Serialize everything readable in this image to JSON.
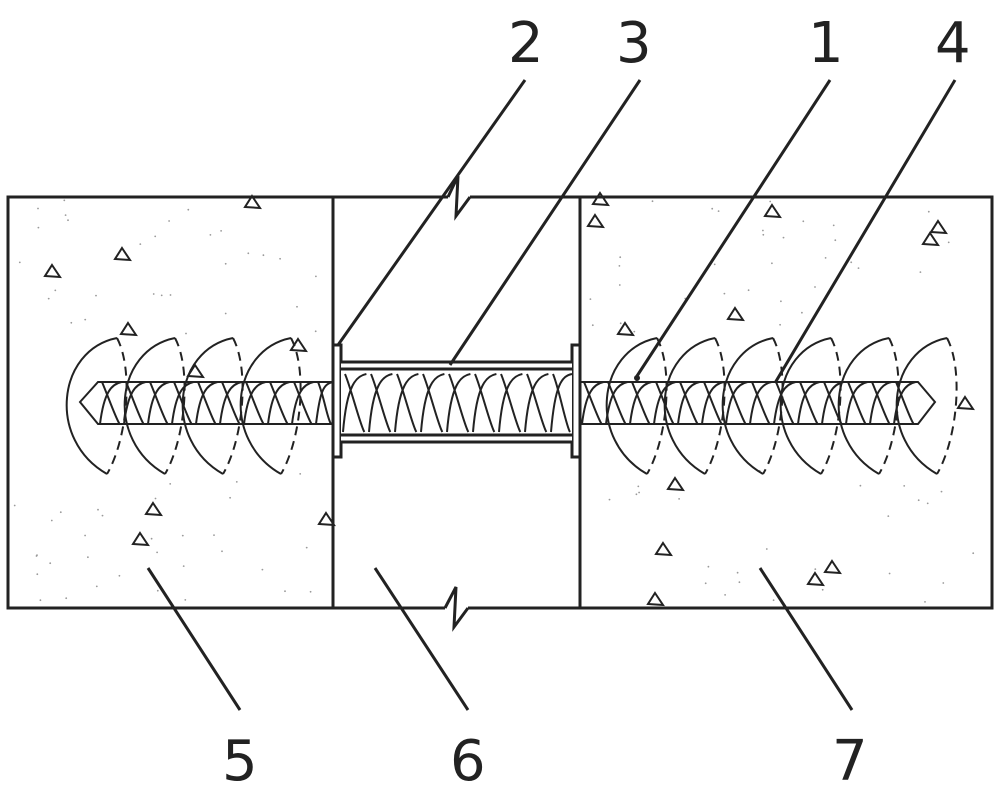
{
  "callouts": [
    {
      "key": "2",
      "label": "2"
    },
    {
      "key": "3",
      "label": "3"
    },
    {
      "key": "1",
      "label": "1"
    },
    {
      "key": "4",
      "label": "4"
    },
    {
      "key": "5",
      "label": "5"
    },
    {
      "key": "6",
      "label": "6"
    },
    {
      "key": "7",
      "label": "7"
    }
  ],
  "colors": {
    "ink": "#222222",
    "paper": "#ffffff",
    "concrete_speckle": "#9a9a9a"
  }
}
